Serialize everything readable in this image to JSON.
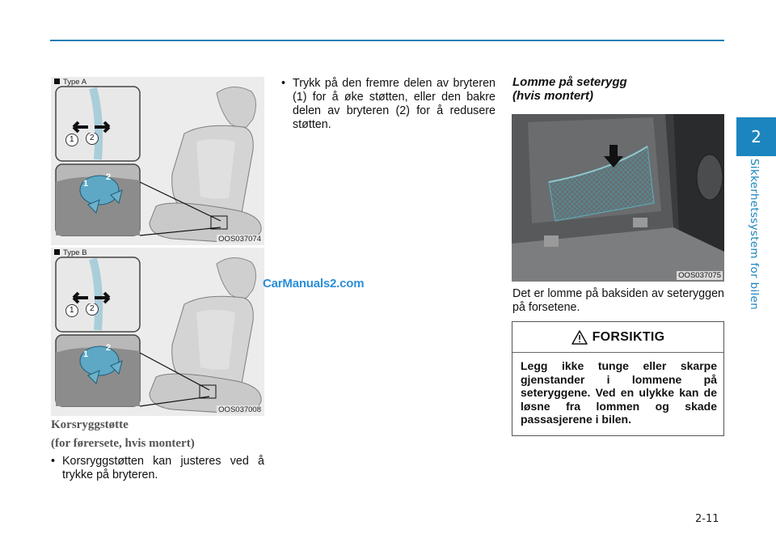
{
  "page": {
    "number": "2-11"
  },
  "chapter": {
    "number": "2",
    "title": "Sikkerhetssystem for bilen"
  },
  "figures": {
    "type_a": {
      "label": "Type A",
      "code": "OOS037074",
      "callout_1": "1",
      "callout_2": "2"
    },
    "type_b": {
      "label": "Type B",
      "code": "OOS037008",
      "callout_1": "1",
      "callout_2": "2"
    },
    "pocket": {
      "code": "OOS037075"
    }
  },
  "watermark": "CarManuals2.com",
  "lumbar": {
    "heading_line1": "Korsryggstøtte",
    "heading_line2": "(for førersete, hvis montert)",
    "bullet1": "Korsryggstøtten kan justeres ved å trykke på bryteren.",
    "bullet2": "Trykk på den fremre delen av bryteren (1) for å øke støtten, eller den bakre delen av bryteren (2) for å redusere støtten."
  },
  "pocket": {
    "heading_line1": "Lomme på seterygg",
    "heading_line2": "(hvis montert)",
    "text": "Det er lomme på baksiden av seteryggen på forsetene."
  },
  "caution": {
    "title": "FORSIKTIG",
    "body": "Legg ikke tunge eller skarpe gjenstander i lommene på seteryggene. Ved en ulykke kan de løsne fra lommen og skade passasjerene i bilen."
  },
  "colors": {
    "accent": "#1c85bf",
    "watermark": "#2b8ed6"
  }
}
